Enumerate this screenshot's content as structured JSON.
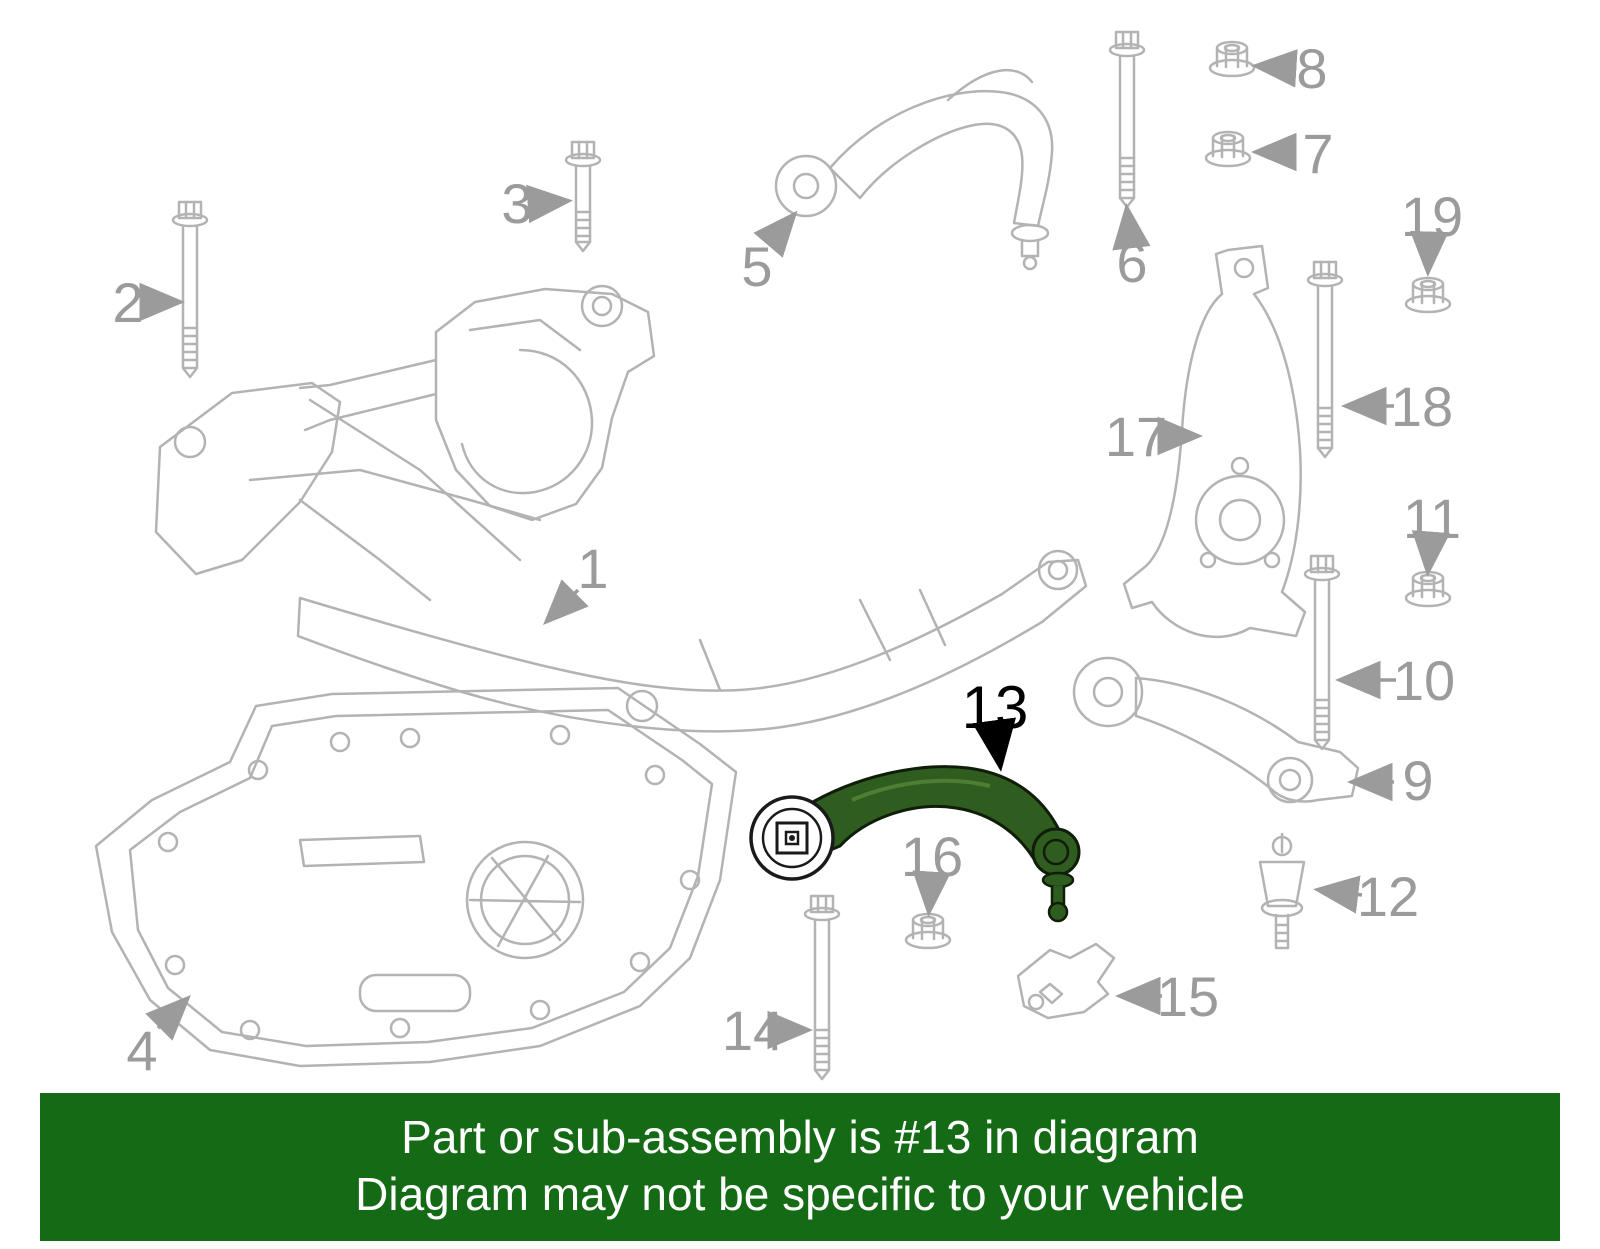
{
  "diagram": {
    "highlighted_part": "13",
    "highlight_color": "#2f5d1f",
    "line_color": "#b3b3b3",
    "label_color": "#9b9b9b",
    "highlight_label_color": "#000000",
    "labels": [
      {
        "text": "1"
      },
      {
        "text": "2"
      },
      {
        "text": "3"
      },
      {
        "text": "4"
      },
      {
        "text": "5"
      },
      {
        "text": "6"
      },
      {
        "text": "7"
      },
      {
        "text": "8"
      },
      {
        "text": "9"
      },
      {
        "text": "10"
      },
      {
        "text": "11"
      },
      {
        "text": "12"
      },
      {
        "text": "13"
      },
      {
        "text": "14"
      },
      {
        "text": "15"
      },
      {
        "text": "16"
      },
      {
        "text": "17"
      },
      {
        "text": "18"
      },
      {
        "text": "19"
      }
    ]
  },
  "banner": {
    "line1": "Part or sub-assembly is #13 in diagram",
    "line2": "Diagram may not be specific to your vehicle",
    "bg_color": "#156b15",
    "text_color": "#ffffff"
  }
}
